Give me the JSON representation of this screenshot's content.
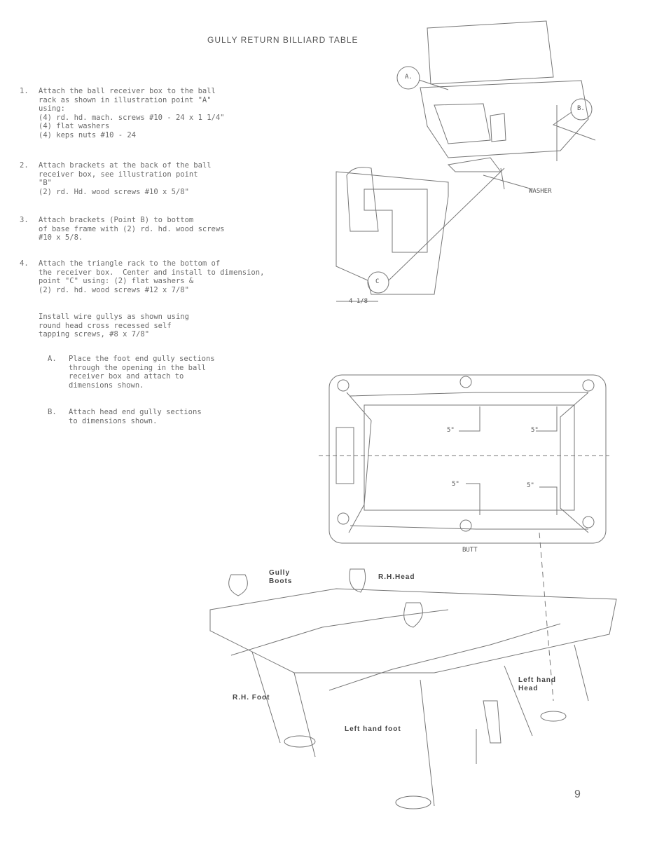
{
  "title": "GULLY RETURN BILLIARD TABLE",
  "steps": [
    {
      "num": "1.",
      "text": "Attach the ball receiver box to the ball\nrack as shown in illustration point \"A\"\nusing:\n(4) rd. hd. mach. screws #10 - 24 x 1 1/4\"\n(4) flat washers\n(4) keps nuts #10 - 24"
    },
    {
      "num": "2.",
      "text": "Attach brackets at the back of the ball\nreceiver box, see illustration point\n\"B\"\n(2) rd. Hd. wood screws #10 x 5/8\""
    },
    {
      "num": "3.",
      "text": "Attach brackets (Point B) to bottom\nof base frame with (2) rd. hd. wood screws\n#10 x 5/8."
    },
    {
      "num": "4.",
      "text": "Attach the triangle rack to the bottom of\nthe receiver box.  Center and install to dimension,\npoint \"C\" using: (2) flat washers &\n(2) rd. hd. wood screws #12 x 7/8\""
    }
  ],
  "install_note": "Install wire gullys as shown using\nround head cross recessed self\ntapping screws, #8 x 7/8\"",
  "substeps": [
    {
      "num": "A.",
      "text": "Place the foot end gully sections\nthrough the opening in the ball\nreceiver box and attach to\ndimensions shown."
    },
    {
      "num": "B.",
      "text": "Attach head end gully sections\nto dimensions shown."
    }
  ],
  "diagram_labels": {
    "point_a": "A.",
    "point_b": "B.",
    "point_c": "C",
    "washer": "WASHER",
    "dimension": "4 1/8",
    "dim_5_1": "5\"",
    "dim_5_2": "5\"",
    "dim_5_3": "5\"",
    "dim_5_4": "5\"",
    "butt": "BUTT",
    "gully_boots": "Gully Boots",
    "rh_head": "R.H.Head",
    "rh_foot": "R.H. Foot",
    "left_hand_foot": "Left hand foot",
    "left_hand_head": "Left hand Head"
  },
  "page_number": "9"
}
